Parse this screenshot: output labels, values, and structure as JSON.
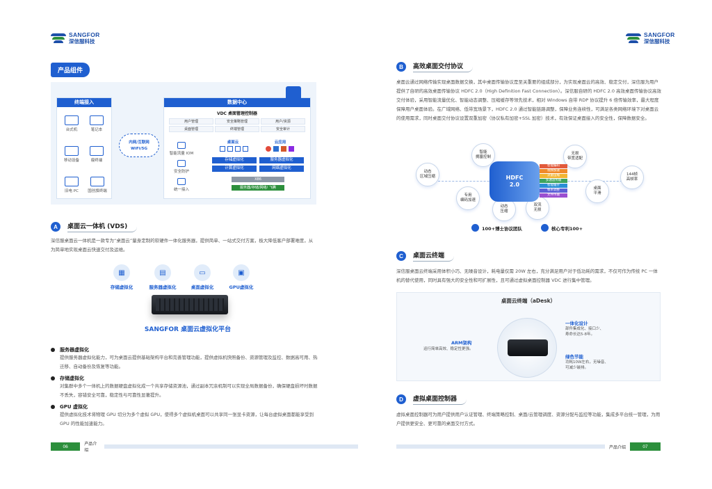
{
  "brand": {
    "en": "SANGFOR",
    "cn": "深信服科技"
  },
  "left": {
    "tag": "产品组件",
    "diagram": {
      "terminal_title": "终端接入",
      "devices": [
        "台式机",
        "笔记本",
        "移动设备",
        "瘦终端",
        "旧电 PC",
        "国创旗终端"
      ],
      "cloud": [
        "内网/互联网",
        "WiFi/5G"
      ],
      "dc_title": "数据中心",
      "vdc_title": "VDC 桌面管理控制器",
      "vdc_cells": [
        "用户管理",
        "安全策略管理",
        "用户/资源",
        "桌面管理",
        "终端管理",
        "安全审计"
      ],
      "side_items": [
        "智能流量 IOM",
        "安全防护",
        "统一接入"
      ],
      "desktop_cloud": "桌面云",
      "app_cloud": "云应用",
      "virt_bars": [
        "存储虚拟化",
        "服务器虚拟化",
        "计算虚拟化",
        "网络虚拟化"
      ],
      "x86": "X86",
      "hw": "服务器/存储/网络/ 飞腾"
    },
    "section_a": {
      "letter": "A",
      "title": "桌面云一体机 (VDS)"
    },
    "a_para": "深信服桌面云一体机是一款专为“桌面云”量身定制的软硬件一体化服务器，提供简单、一站式交付方案，极大降低客户部署难度，从为简单地实现桌面云快速交付及运维。",
    "vds_features": [
      "存储虚拟化",
      "服务器虚拟化",
      "桌面虚拟化",
      "GPU虚拟化"
    ],
    "vds_title": "SANGFOR 桌面云虚拟化平台",
    "bullets": [
      {
        "title": "服务器虚拟化",
        "text": "提供服务器虚拟化能力，可为桌面云提供基础架构平台和完善管理功能，提供虚拟机快照备份、资源管理及监控、数据高可用、热迁移、自动备份及恢复等功能。"
      },
      {
        "title": "存储虚拟化",
        "text": "对集群中多个一体机上的数据硬盘虚拟化成一个共享存储资源池，通过副本冗余机制可以实现全局数据备份，确保硬盘损坏时数据不丢失，容错安全可靠，稳定性与可靠性显著提升。"
      },
      {
        "title": "GPU 虚拟化",
        "text": "提供虚拟化技术将物理 GPU 切分为多个虚拟 GPU，使得多个虚拟机桌面可以共享同一张显卡资源，让每台虚拟桌面都能享受到 GPU 的性能加速能力。"
      }
    ],
    "footer": {
      "num": "06",
      "section": "产品介绍"
    }
  },
  "right": {
    "section_b": {
      "letter": "B",
      "title": "高效桌面交付协议"
    },
    "b_para": "桌面云通过网络传输实现桌面数据交换，其中桌面传输协议是至关重要的组成部分，为实现桌面云的高效、稳定交付，深信服为用户提供了自研的高效桌面传输协议 HDFC 2.0（High Definition Fast Connection）。深信服自研的 HDFC 2.0 高效桌面传输协议高效交付体验，采用智能流量优化、智能动态调整、压缩缓存等领先技术，相对 Windows 自带 RDP 协议提升 6 倍传输效率，最大程度保障用户桌面体验。在广域网络、低带宽场景下，HDFC 2.0 通过智能链路调整，保障业务连续性，可满足各类网络环境下对桌面云的使用需求，同时桌面交付协议设置双重加密（协议私有加密+SSL 加密）技术，有效保证桌面接入的安全性，保障数据安全。",
    "hdfc": {
      "center": "HDFC\n2.0",
      "bubbles": [
        "智能\n拥塞控制",
        "动态\n区域压缩",
        "专用\n编码加速",
        "动态\n压缩",
        "双流\n无损",
        "无损\n带宽适配",
        "144帧\n高帧率",
        "桌面\n平滑"
      ],
      "stack": [
        "智能编码",
        "视频加速",
        "流量压缩",
        "多通道传输",
        "智能缓存",
        "帧率调整",
        "文件传输"
      ]
    },
    "badges": [
      "100+博士协议团队",
      "核心专利100+"
    ],
    "section_c": {
      "letter": "C",
      "title": "桌面云终端"
    },
    "c_para": "深信服桌面云终端采用体积小巧、无噪音设计，耗电量仅需 20W 左右，充分满足用户对于低功耗的需求，不仅可作为传统 PC 一体机的替代使用，同时具有强大的安全性和可扩展性，且可通过虚拟桌面控制器 VDC 进行集中管理。",
    "adesk": {
      "title": "桌面云终端（aDesk）",
      "arm_title": "ARM架构",
      "arm_desc": "运行简单高效、稳定性更强。",
      "design_title": "一体化设计",
      "design_desc": "部件集成化、接口少、\n寿命长达5-8年。",
      "green_title": "绿色节能",
      "green_desc": "功耗10W左右，无噪音、\n可减少碳排。"
    },
    "section_d": {
      "letter": "D",
      "title": "虚拟桌面控制器"
    },
    "d_para": "虚拟桌面控制器可为用户提供用户认证管理、终端策略控制、桌面/云管理调度、资源分配与监控等功能，集成多平台统一管理，为用户提供更安全、更可靠的桌面交付方式。",
    "footer": {
      "num": "07",
      "section": "产品介绍"
    }
  }
}
